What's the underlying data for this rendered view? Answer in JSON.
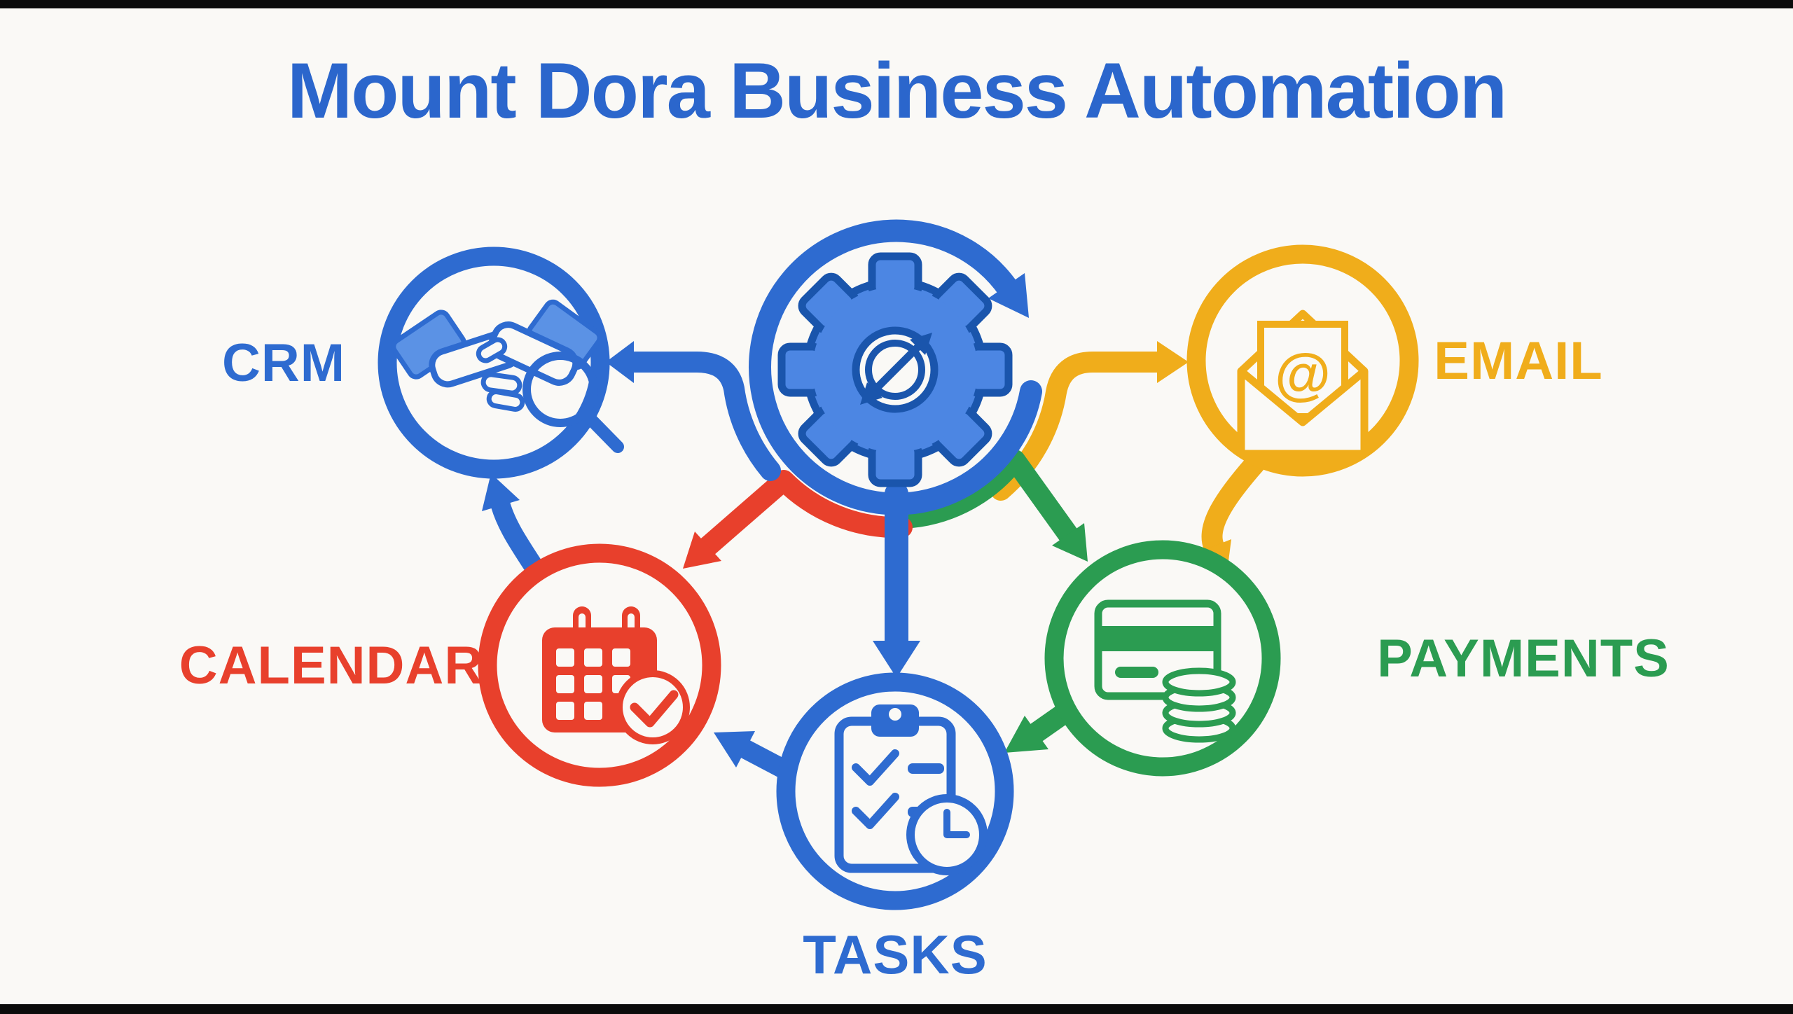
{
  "title": {
    "text": "Mount Dora Business Automation",
    "color": "#2b66cc"
  },
  "frame": {
    "background": "#faf9f6",
    "bar_color": "#0b0b0b",
    "top_bar_height": 12,
    "bottom_bar_height": 14
  },
  "center": {
    "icon": "gear-sync-icon",
    "ring_color": "#2e6bd0",
    "gear_fill": "#4c86e3",
    "gear_outline": "#1a55ac",
    "meaning": "automation hub with clockwise rotation arrow"
  },
  "nodes": [
    {
      "id": "crm",
      "label": "CRM",
      "color": "#2e6bd0",
      "icon": "handshake-magnifier-icon",
      "label_side": "left"
    },
    {
      "id": "email",
      "label": "EMAIL",
      "color": "#f0ad1b",
      "icon": "open-envelope-at-icon",
      "label_side": "right",
      "icon_glyph": "@"
    },
    {
      "id": "calendar",
      "label": "CALENDAR",
      "color": "#e8402c",
      "icon": "calendar-check-icon",
      "label_side": "left"
    },
    {
      "id": "payments",
      "label": "PAYMENTS",
      "color": "#2b9c51",
      "icon": "credit-card-coins-icon",
      "label_side": "right"
    },
    {
      "id": "tasks",
      "label": "TASKS",
      "color": "#2e6bd0",
      "icon": "clipboard-checklist-clock-icon",
      "label_side": "bottom"
    }
  ],
  "arrows": [
    {
      "from": "center",
      "to": "crm",
      "color": "#2e6bd0"
    },
    {
      "from": "center",
      "to": "email",
      "color": "#f0ad1b"
    },
    {
      "from": "center",
      "to": "calendar",
      "color": "#e8402c"
    },
    {
      "from": "center",
      "to": "tasks",
      "color": "#2e6bd0"
    },
    {
      "from": "center",
      "to": "payments",
      "color": "#2b9c51"
    },
    {
      "from": "calendar",
      "to": "crm",
      "color": "#2e6bd0"
    },
    {
      "from": "email",
      "to": "payments",
      "color": "#f0ad1b"
    },
    {
      "from": "payments",
      "to": "tasks",
      "color": "#2b9c51"
    },
    {
      "from": "tasks",
      "to": "calendar",
      "color": "#2e6bd0"
    }
  ]
}
